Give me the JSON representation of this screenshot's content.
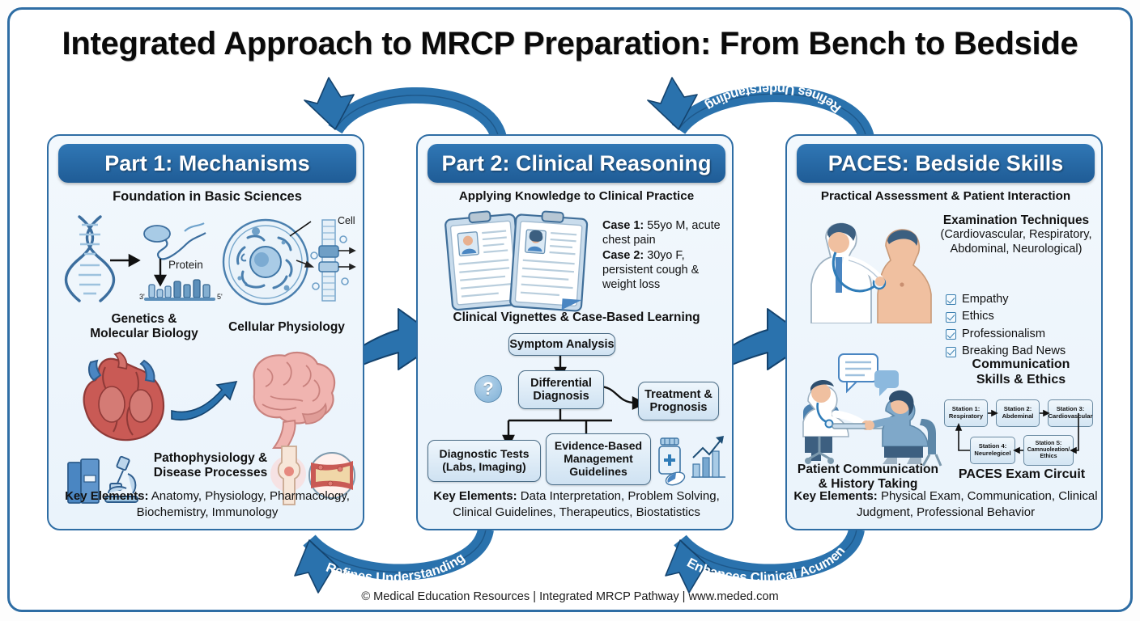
{
  "title": "Integrated Approach to MRCP Preparation: From Bench to Bedside",
  "footer": "© Medical Education Resources | Integrated MRCP Pathway | www.meded.com",
  "colors": {
    "frame_blue": "#2e6da4",
    "header_blue": "#1f5c96",
    "arrow_blue": "#2a72ad",
    "panel_bg": "#eef5fb"
  },
  "arrows": [
    {
      "id": "top-left",
      "label": "",
      "direction": "right-to-left"
    },
    {
      "id": "top-right",
      "label": "Refines Understanding",
      "direction": "right-to-left"
    },
    {
      "id": "mid-left",
      "label": "",
      "direction": "left-to-right"
    },
    {
      "id": "mid-right",
      "label": "",
      "direction": "left-to-right"
    },
    {
      "id": "bottom-left",
      "label": "Refines Understanding",
      "direction": "right-to-left"
    },
    {
      "id": "bottom-right",
      "label": "Enhances Clinical Acumen",
      "direction": "right-to-left"
    }
  ],
  "panels": [
    {
      "id": "part-1",
      "header": "Part 1: Mechanisms",
      "subtitle": "Foundation in Basic Sciences",
      "captions": [
        "Genetics &\nMolecular Biology",
        "Cellular Physiology",
        "Pathophysiology &\nDisease Processes"
      ],
      "caption_genetics_line1": "Genetics &",
      "caption_genetics_line2": "Molecular Biology",
      "caption_cellular": "Cellular Physiology",
      "caption_patho_line1": "Pathophysiology &",
      "caption_patho_line2": "Disease Processes",
      "labels": {
        "protein": "Protein",
        "cell": "Cell",
        "three_prime": "3'",
        "five_prime": "5'"
      },
      "key_label": "Key Elements:",
      "key_text": " Anatomy, Physiology, Pharmacology, Biochemistry, Immunology"
    },
    {
      "id": "part-2",
      "header": "Part 2: Clinical Reasoning",
      "subtitle": "Applying Knowledge to Clinical Practice",
      "cases": [
        {
          "label": "Case 1:",
          "text": " 55yo M, acute chest pain"
        },
        {
          "label": "Case 2:",
          "text": " 30yo F, persistent cough & weight loss"
        }
      ],
      "case1_label": "Case 1:",
      "case1_text": " 55yo M, acute chest pain",
      "case2_label": "Case 2:",
      "case2_text": " 30yo F, persistent cough & weight loss",
      "vignette_caption": "Clinical Vignettes & Case-Based Learning",
      "flow": {
        "symptom_analysis": "Symptom Analysis",
        "differential_diagnosis": "Differential Diagnosis",
        "treatment_prognosis": "Treatment & Prognosis",
        "diagnostic_tests": "Diagnostic Tests (Labs, Imaging)",
        "evidence_based": "Evidence-Based Management Guidelines",
        "question_mark": "?"
      },
      "key_label": "Key Elements:",
      "key_text": " Data Interpretation, Problem Solving, Clinical Guidelines, Therapeutics, Biostatistics"
    },
    {
      "id": "paces",
      "header": "PACES: Bedside Skills",
      "subtitle": "Practical Assessment & Patient Interaction",
      "exam_title": "Examination Techniques",
      "exam_sub": "(Cardiovascular, Respiratory, Abdominal, Neurological)",
      "checklist": [
        "Empathy",
        "Ethics",
        "Professionalism",
        "Breaking Bad News"
      ],
      "comm_caption_line1": "Communication",
      "comm_caption_line2": "Skills & Ethics",
      "patient_caption_line1": "Patient Communication",
      "patient_caption_line2": "& History Taking",
      "circuit_caption": "PACES Exam Circuit",
      "stations": [
        {
          "line1": "Station 1:",
          "line2": "Respiratory"
        },
        {
          "line1": "Station 2:",
          "line2": "Abdeminal"
        },
        {
          "line1": "Station 3:",
          "line2": "Cardiovascular"
        },
        {
          "line1": "Station 4:",
          "line2": "Neurelegicel"
        },
        {
          "line1": "Station S:",
          "line2": "Camnuoleation/ Ethics"
        }
      ],
      "key_label": "Key Elements:",
      "key_text": " Physical Exam, Communication, Clinical Judgment, Professional Behavior"
    }
  ]
}
